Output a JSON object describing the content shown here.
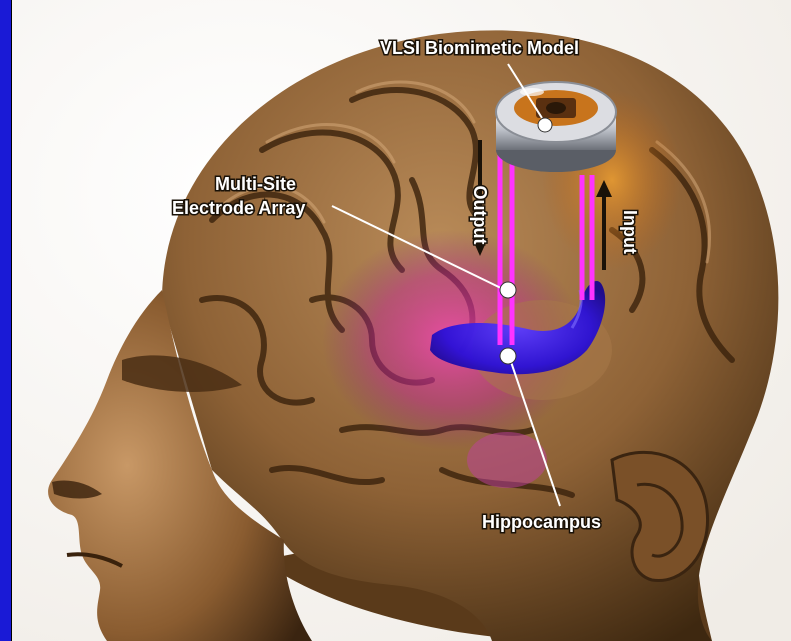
{
  "labels": {
    "vlsi_model": "VLSI Biomimetic Model",
    "electrode_line1": "Multi-Site",
    "electrode_line2": "Electrode Array",
    "hippocampus": "Hippocampus",
    "output": "Output",
    "input": "Input"
  },
  "colors": {
    "frame": "#000000",
    "side_bar": "#1a1ad6",
    "background": "#ffffff",
    "skin": "#9a6a3a",
    "hippocampus": "#2a10d8",
    "signal_line": "#ff33ff"
  }
}
